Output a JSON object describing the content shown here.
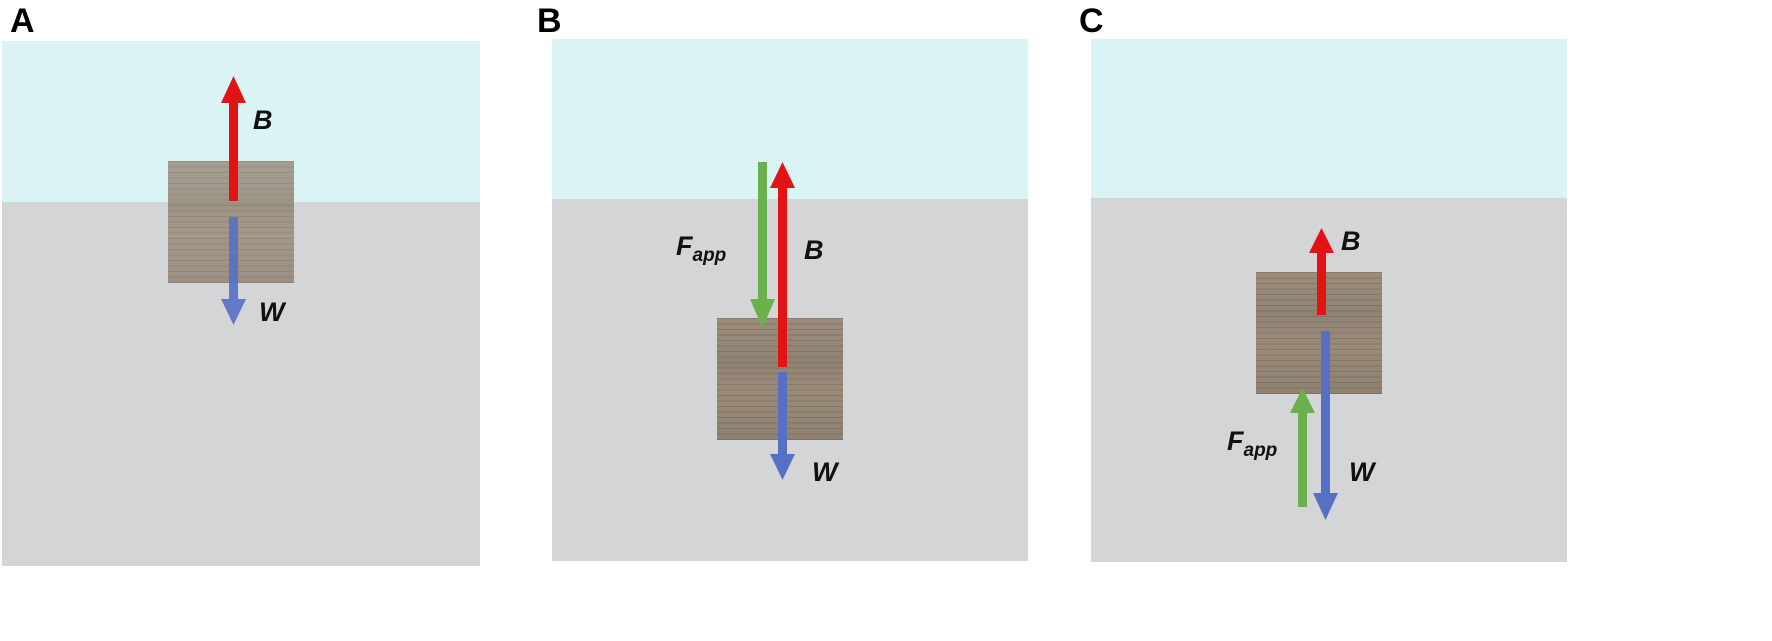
{
  "panels": [
    {
      "letter": "A",
      "buoyancy_label": "B",
      "weight_label": "W"
    },
    {
      "letter": "B",
      "buoyancy_label": "B",
      "weight_label": "W",
      "applied_label": "F",
      "applied_sub": "app"
    },
    {
      "letter": "C",
      "buoyancy_label": "B",
      "weight_label": "W",
      "applied_label": "F",
      "applied_sub": "app"
    }
  ],
  "colors": {
    "air": "#daf3f5",
    "liquid": "#d4d5d7",
    "buoyancy_arrow": "#e11313",
    "weight_arrow": "#5570c5",
    "applied_arrow": "#6ab04c"
  },
  "icons": [
    "wood-block",
    "arrow-up",
    "arrow-down"
  ]
}
